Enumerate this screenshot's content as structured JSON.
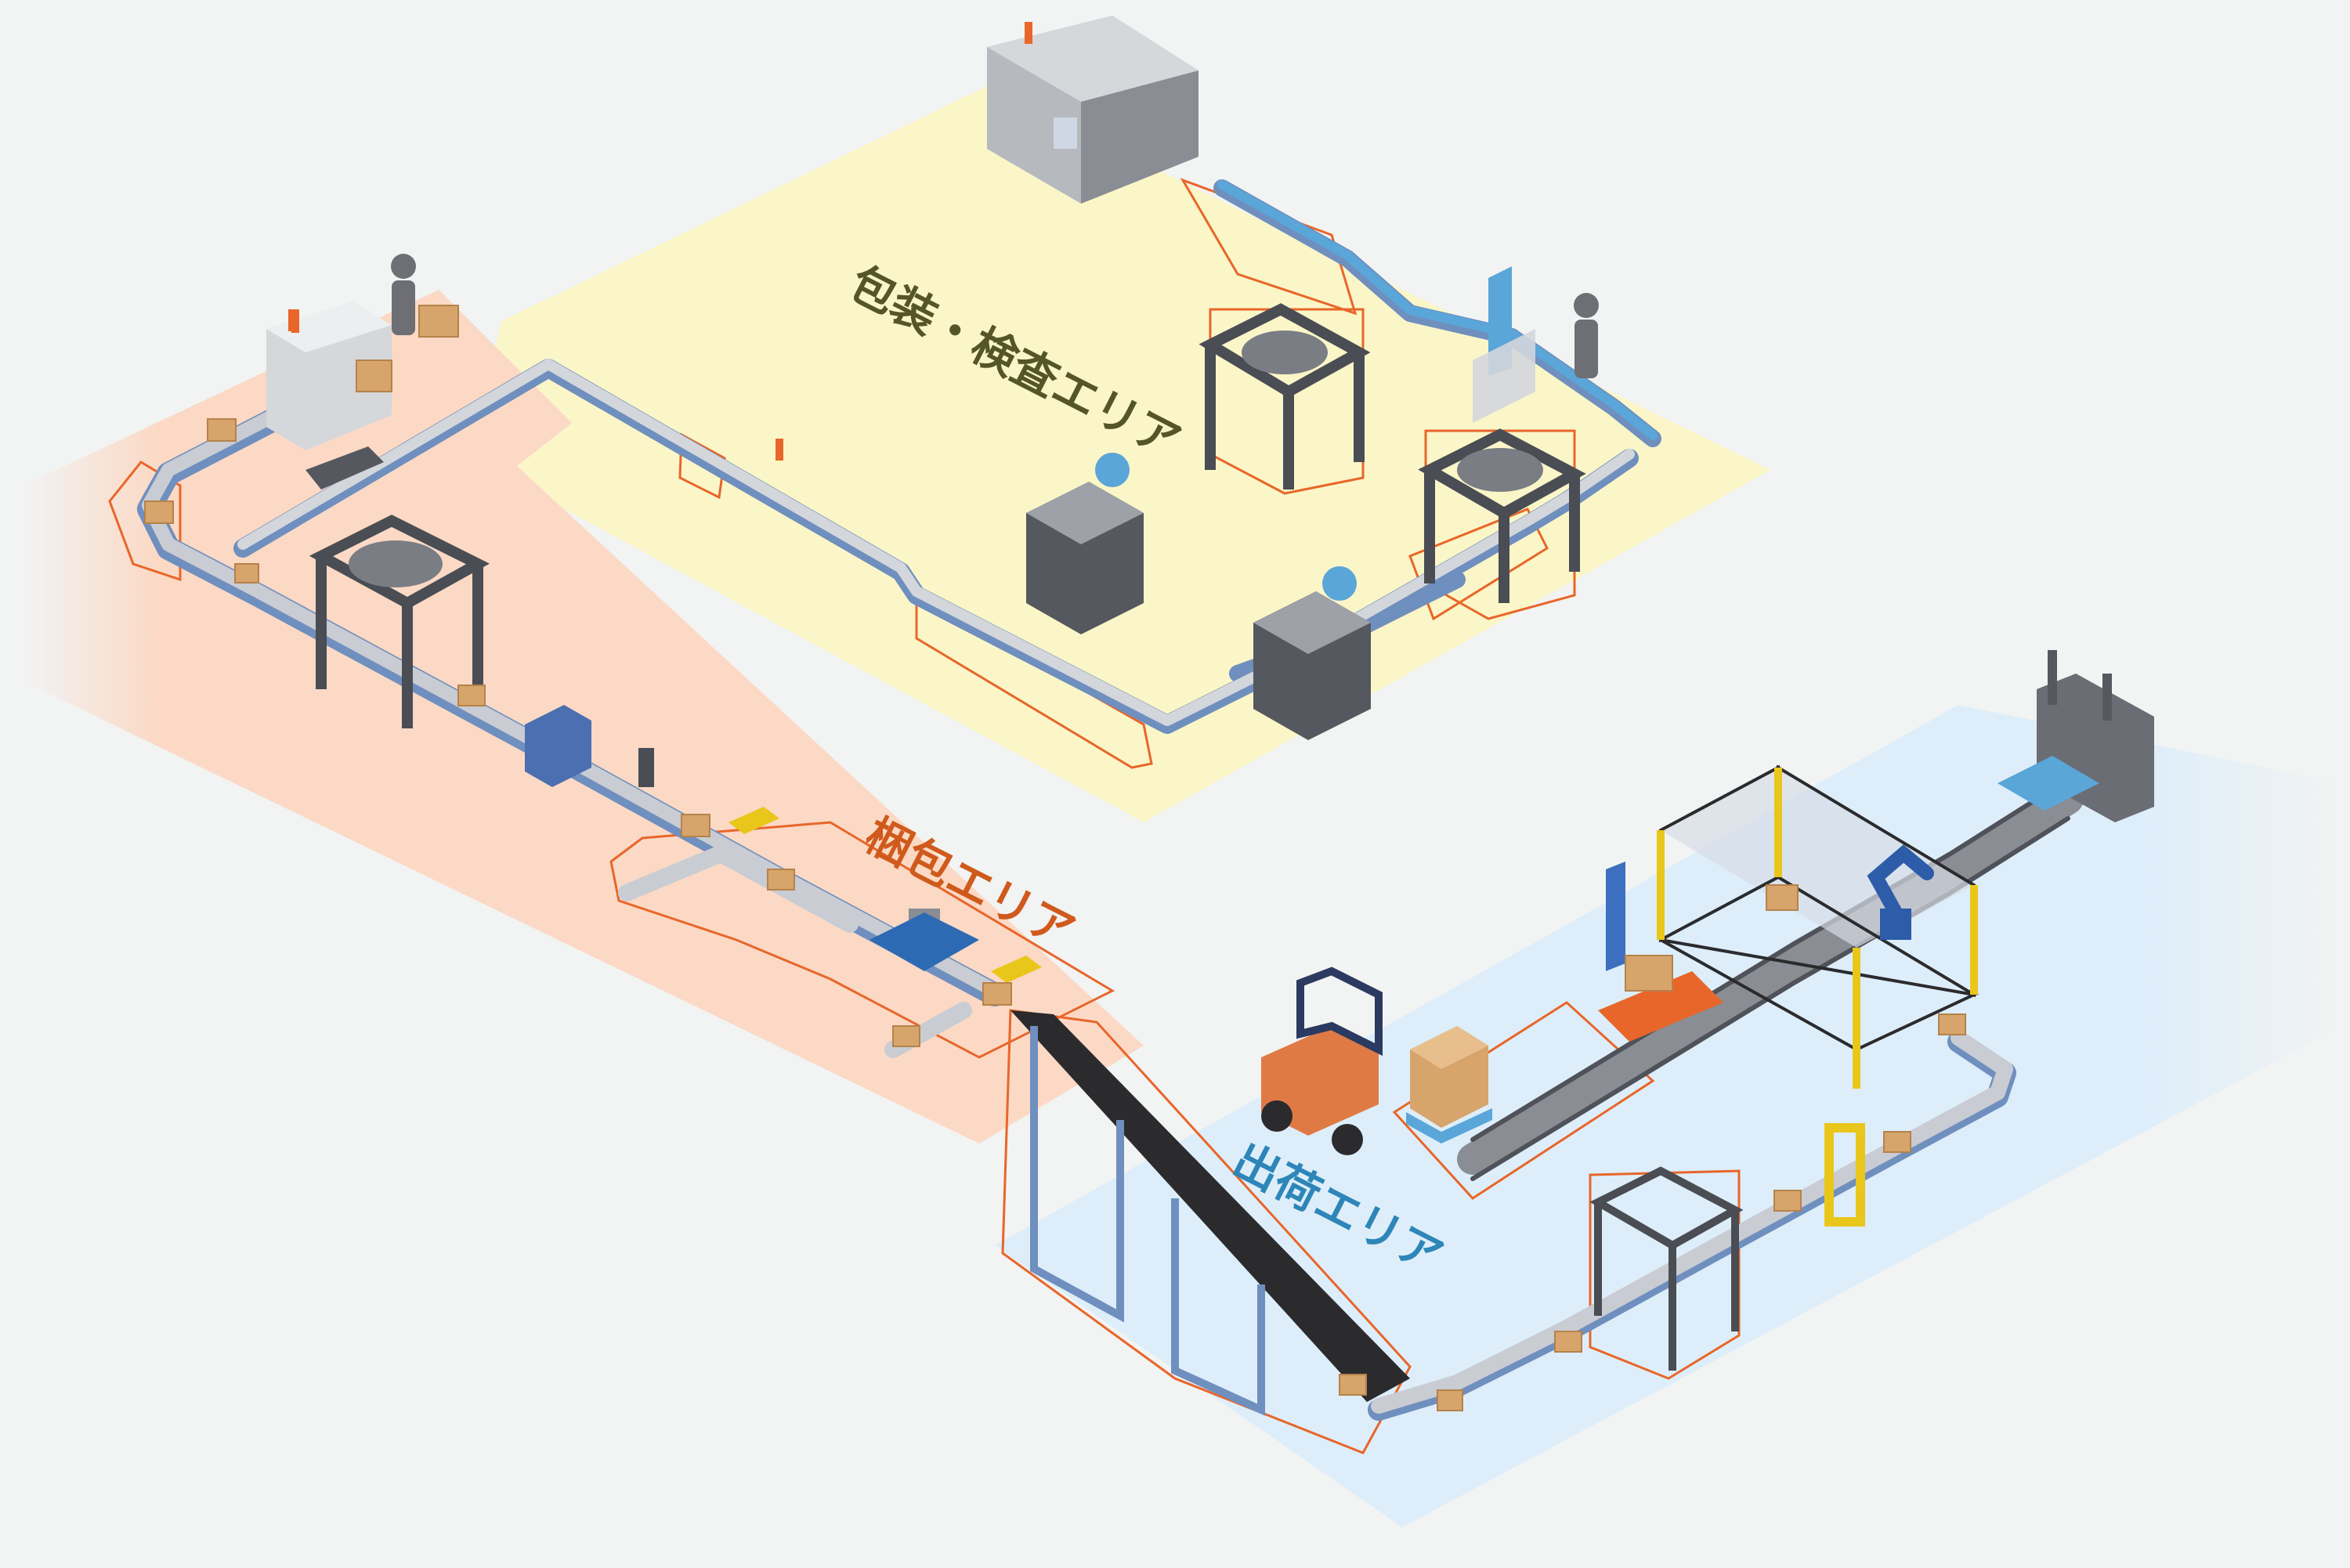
{
  "zones": [
    {
      "id": "packaging",
      "label": "包装・検査エリア",
      "color": "#55552a",
      "fill": "#fbf6c8"
    },
    {
      "id": "crating",
      "label": "梱包エリア",
      "color": "#cf5a1c",
      "fill": "#fbd9c5"
    },
    {
      "id": "shipping",
      "label": "出荷エリア",
      "color": "#2e86b8",
      "fill": "#ddeefa"
    }
  ],
  "colors": {
    "conveyor_frame": "#6f8fbe",
    "conveyor_top": "#c9ccd2",
    "box": "#d7a46b",
    "highlight_outline": "#e8662a",
    "machine_gray": "#8a8d93",
    "safety_yellow": "#e9c61a",
    "robot_blue": "#2d5ca8"
  },
  "icons": [
    "operator-person-icon",
    "forklift-icon",
    "robot-arm-icon",
    "signal-tower-icon"
  ]
}
